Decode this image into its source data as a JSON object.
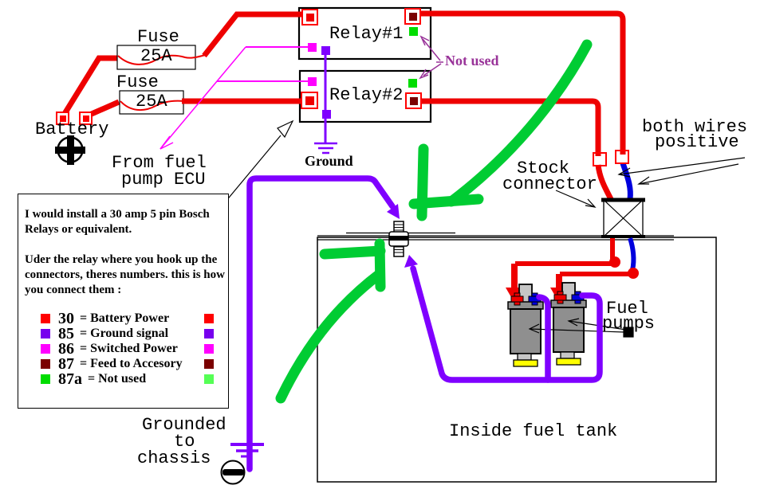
{
  "colors": {
    "wire_red": "#ee0000",
    "square_red": "#ff0000",
    "dark_red": "#7b0000",
    "magenta": "#ff00ff",
    "purple": "#7f00ff",
    "blue": "#0000dd",
    "marker_green": "#00cc33",
    "pin_green": "#00dd00",
    "yellow": "#ffff00",
    "gray_body": "#8f8f8f",
    "gray_light": "#c6c6c6",
    "annotation": "#993399"
  },
  "labels": {
    "battery": "Battery",
    "fuse1": "Fuse",
    "fuse1_rating": "25A",
    "fuse2": "Fuse",
    "fuse2_rating": "25A",
    "relay1": "Relay#1",
    "relay2": "Relay#2",
    "not_used": "Not used",
    "ground": "Ground",
    "from_ecu_line1": "From fuel",
    "from_ecu_line2": "pump ECU",
    "stock_connector_line1": "Stock",
    "stock_connector_line2": "connector",
    "both_wires_line1": "both wires",
    "both_wires_line2": "positive",
    "fuel_pumps_line1": "Fuel",
    "fuel_pumps_line2": "pumps",
    "inside_fuel_tank": "Inside fuel tank",
    "grounded_line1": "Grounded",
    "grounded_line2": "to",
    "grounded_line3": "chassis"
  },
  "note": {
    "para1": [
      "I would install a 30 amp 5 pin Bosch",
      "Relays or equivalent."
    ],
    "para2": [
      "Uder the relay where you hook up the",
      "connectors, theres numbers. this is how",
      "you connect them :"
    ]
  },
  "legend": {
    "rows": [
      {
        "pin": "30",
        "desc": "= Battery Power",
        "color": "#ff0000",
        "color_right": "#ff0000"
      },
      {
        "pin": "85",
        "desc": "= Ground signal",
        "color": "#7700ee",
        "color_right": "#7700ee"
      },
      {
        "pin": "86",
        "desc": "= Switched Power",
        "color": "#ff00ff",
        "color_right": "#ff00ff"
      },
      {
        "pin": "87",
        "desc": "= Feed to Accesory",
        "color": "#7b0000",
        "color_right": "#7b0000"
      },
      {
        "pin": "87a",
        "desc": "= Not used",
        "color": "#00dd00",
        "color_right": "#55ff55"
      }
    ]
  }
}
